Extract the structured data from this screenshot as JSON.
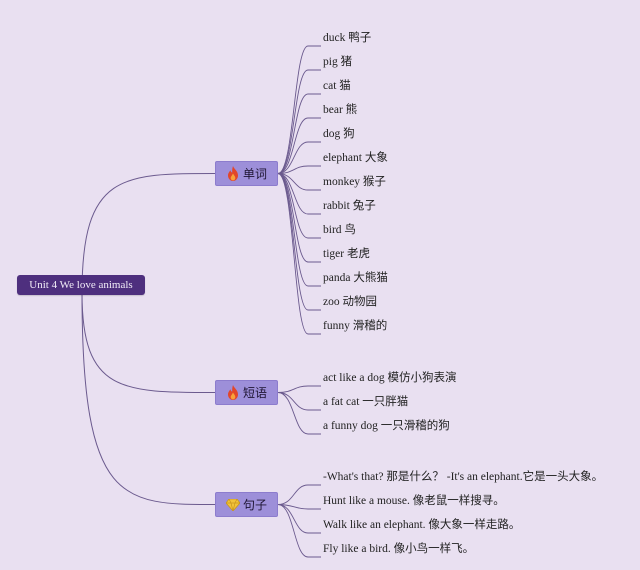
{
  "root": {
    "label": "Unit 4 We love animals"
  },
  "branches": [
    {
      "label": "单词",
      "icon": "fire-icon",
      "items": [
        "duck 鸭子",
        "pig 猪",
        "cat 猫",
        "bear 熊",
        "dog 狗",
        "elephant 大象",
        "monkey 猴子",
        "rabbit 兔子",
        "bird 鸟",
        "tiger 老虎",
        "panda 大熊猫",
        "zoo 动物园",
        "funny 滑稽的"
      ]
    },
    {
      "label": "短语",
      "icon": "fire-icon",
      "items": [
        "act like a dog 模仿小狗表演",
        "a fat cat 一只胖猫",
        "a funny dog 一只滑稽的狗"
      ]
    },
    {
      "label": "句子",
      "icon": "diamond-icon",
      "items": [
        "-What's that? 那是什么？ -It's an elephant.它是一头大象。",
        "Hunt like a mouse. 像老鼠一样搜寻。",
        "Walk like an elephant. 像大象一样走路。",
        "Fly like a bird. 像小鸟一样飞。"
      ]
    }
  ],
  "colors": {
    "background": "#e9e0f1",
    "root_fill": "#4e2f7e",
    "branch_fill": "#9d8fd9",
    "connector": "#6b5a8e"
  }
}
